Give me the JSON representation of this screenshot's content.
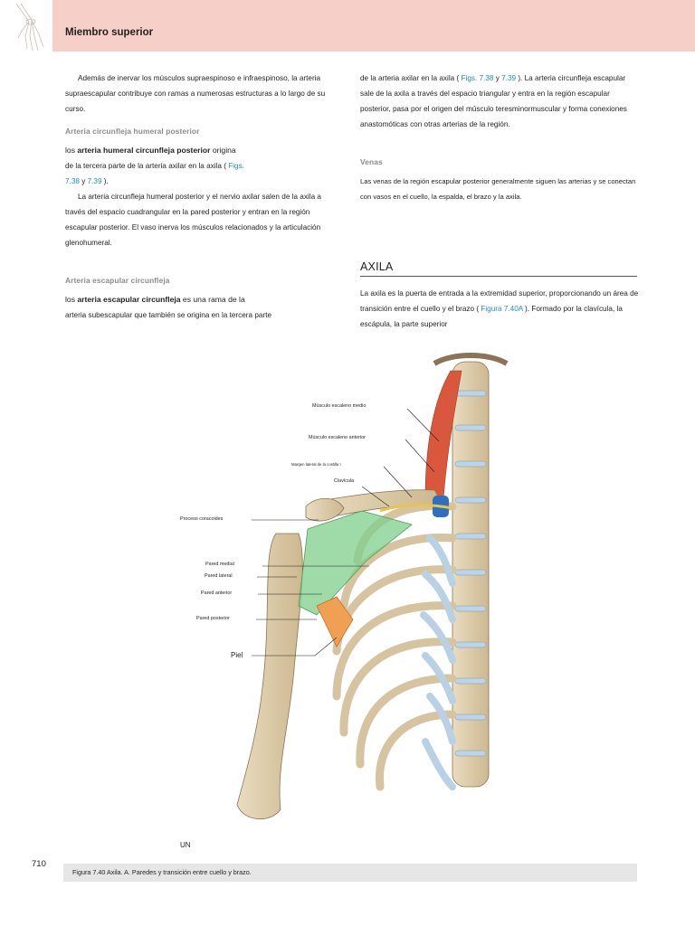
{
  "header": {
    "title": "Miembro superior"
  },
  "left_col": {
    "p1": "Además de inervar los músculos supraespinoso e infraespinoso, la arteria supraescapular contribuye con ramas a numerosas estructuras a lo largo de su curso.",
    "h1": "Arteria circunfleja humeral posterior",
    "p2_pre": "los ",
    "p2_bold": "arteria humeral circunfleja posterior",
    "p2_post": " origina",
    "p3_pre": "de la tercera parte de la arteria axilar en la axila ( ",
    "p3_link1": "Figs.",
    "p3_link2": "7.38",
    "p3_mid": " y ",
    "p3_link3": "7.39",
    "p3_end": " ).",
    "p4": "La arteria circunfleja humeral posterior y el nervio axilar salen de la axila a través del espacio cuadrangular en la pared posterior y entran en la región escapular posterior. El vaso inerva los músculos relacionados y la articulación glenohumeral.",
    "h2": "Arteria escapular circunfleja",
    "p5_pre": "los ",
    "p5_bold": "arteria escapular circunfleja",
    "p5_post": " es una rama de la",
    "p6": "arteria subescapular que también se origina en la tercera parte"
  },
  "right_col": {
    "p1_pre": "de la arteria axilar en la axila ( ",
    "p1_link1": "Figs. 7.38",
    "p1_mid": " y ",
    "p1_link2": "7.39",
    "p1_post": " ). La arteria circunfleja escapular sale de la axila a través del espacio triangular y entra en la región escapular posterior, pasa por el origen del músculo teresminormuscular y forma conexiones anastomóticas con otras arterias de la región.",
    "h1": "Venas",
    "p2": "Las venas de la región escapular posterior generalmente siguen las arterias y se conectan con vasos en el cuello, la espalda, el brazo y la axila.",
    "axila_title": "AXILA",
    "p3_pre": "La axila es la puerta de entrada a la extremidad superior, proporcionando un área de transición entre el cuello y el brazo ( ",
    "p3_link": "Figura 7.40A",
    "p3_post": " ). Formado por la clavícula, la escápula, la parte superior"
  },
  "figure": {
    "labels": {
      "escaleno_medio": "Músculo escaleno medio",
      "escaleno_anterior": "Músculo escaleno anterior",
      "margen_costilla": "Margen lateral de la costilla I",
      "clavicula": "Clavícula",
      "coracoides": "Proceso coracoides",
      "pared_medial": "Pared medial",
      "pared_lateral": "Pared lateral",
      "pared_anterior": "Pared anterior",
      "pared_posterior": "Pared posterior",
      "piel": "Piel"
    },
    "corner_mark": "UN"
  },
  "footer": {
    "page_number": "710",
    "caption": "Figura 7.40 Axila. A. Paredes y transición entre cuello y brazo."
  }
}
